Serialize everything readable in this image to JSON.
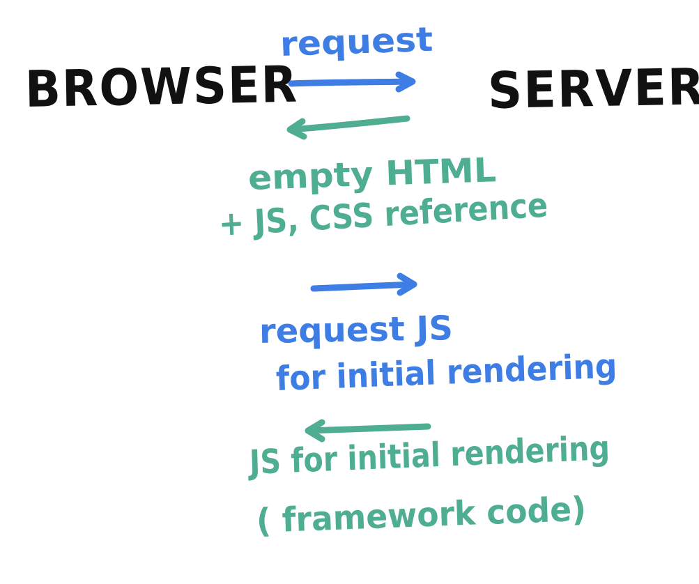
{
  "actors": {
    "browser": "BROWSER",
    "server": "SERVER"
  },
  "messages": [
    {
      "id": "m1",
      "direction": "browser-to-server",
      "color": "#3d7de4",
      "lines": [
        "request"
      ]
    },
    {
      "id": "m2",
      "direction": "server-to-browser",
      "color": "#4fad91",
      "lines": [
        "empty HTML",
        "+ JS, CSS reference"
      ]
    },
    {
      "id": "m3",
      "direction": "browser-to-server",
      "color": "#3d7de4",
      "lines": [
        "request JS",
        "for initial rendering"
      ]
    },
    {
      "id": "m4",
      "direction": "server-to-browser",
      "color": "#4fad91",
      "lines": [
        "JS for initial rendering",
        "( framework code)"
      ]
    }
  ],
  "colors": {
    "actor": "#111111",
    "request": "#3d7de4",
    "response": "#4fad91",
    "background": "#ffffff"
  }
}
